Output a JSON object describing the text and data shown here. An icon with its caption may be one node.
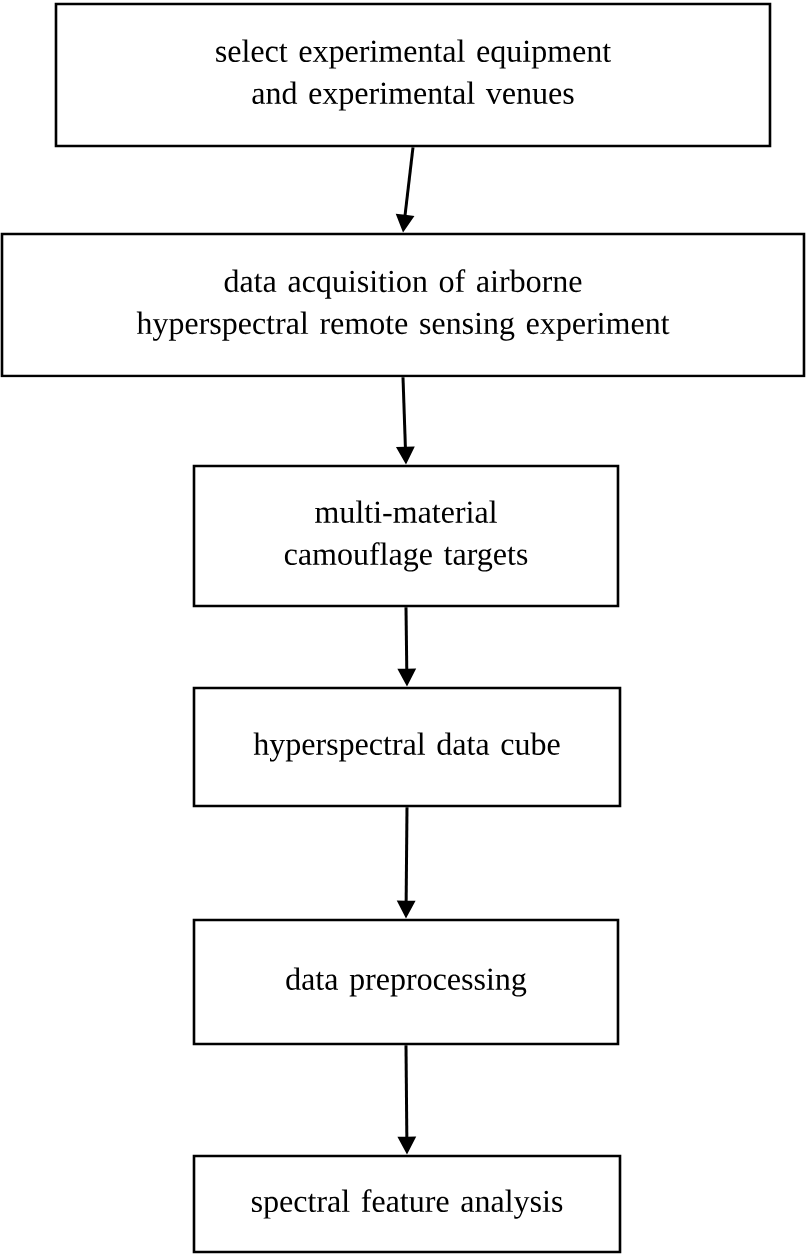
{
  "diagram": {
    "nodes": [
      {
        "text": [
          "select experimental equipment and experimental venues"
        ]
      },
      {
        "text": [
          "data acquisition of airborne hyperspectral remote sensing experiment"
        ]
      },
      {
        "text": [
          "multi-material camouflage targets"
        ]
      },
      {
        "text": [
          "hyperspectral data cube"
        ]
      },
      {
        "text": [
          "data preprocessing"
        ]
      },
      {
        "text": [
          "spectral feature analysis"
        ]
      }
    ],
    "edges": [
      {
        "from": 0,
        "to": 1,
        "arrow": "to"
      },
      {
        "from": 1,
        "to": 2,
        "arrow": "to"
      },
      {
        "from": 2,
        "to": 3,
        "arrow": "to"
      },
      {
        "from": 3,
        "to": 4,
        "arrow": "to"
      },
      {
        "from": 4,
        "to": 5,
        "arrow": "to"
      }
    ]
  }
}
